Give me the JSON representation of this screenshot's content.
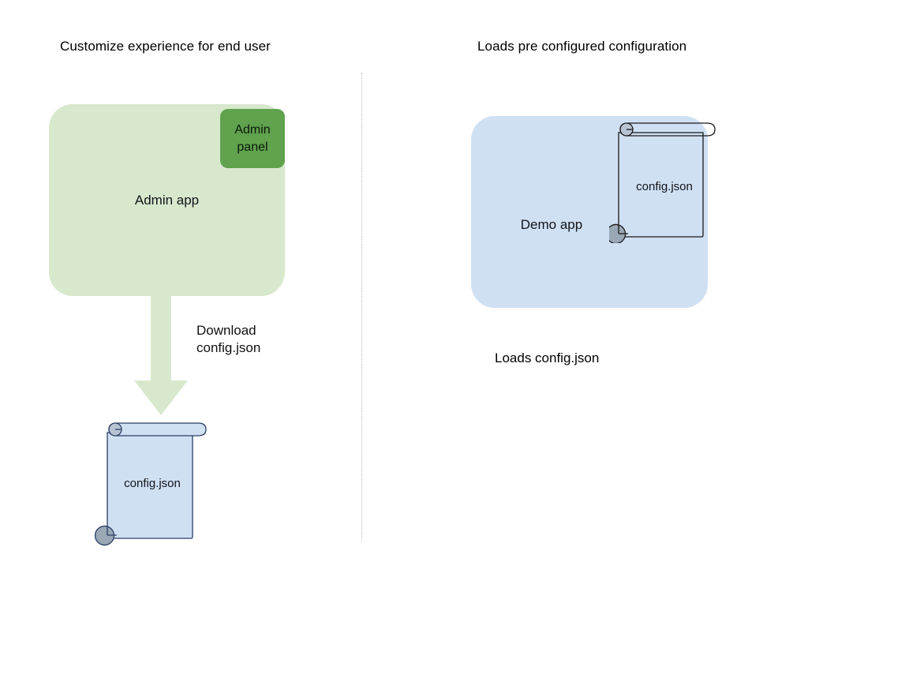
{
  "diagram": {
    "background": "#ffffff",
    "left_column": {
      "title": "Customize experience for end user",
      "app_box": {
        "label": "Admin app",
        "fill": "#d8e8cd"
      },
      "panel": {
        "label": "Admin\npanel",
        "fill": "#60a24e"
      },
      "arrow": {
        "label": "Download\nconfig.json",
        "fill": "#d8e8cd",
        "direction": "down"
      },
      "document": {
        "label": "config.json",
        "fill": "#cfe0f3",
        "stroke": "#2c3e66"
      }
    },
    "right_column": {
      "title": "Loads pre configured configuration",
      "app_box": {
        "label": "Demo app",
        "fill": "#cfe0f3"
      },
      "document": {
        "label": "config.json",
        "fill": "none",
        "stroke": "#1a1a1a"
      },
      "caption": "Loads config.json"
    },
    "divider": {
      "style": "dotted",
      "color": "#b9b9b9"
    }
  }
}
